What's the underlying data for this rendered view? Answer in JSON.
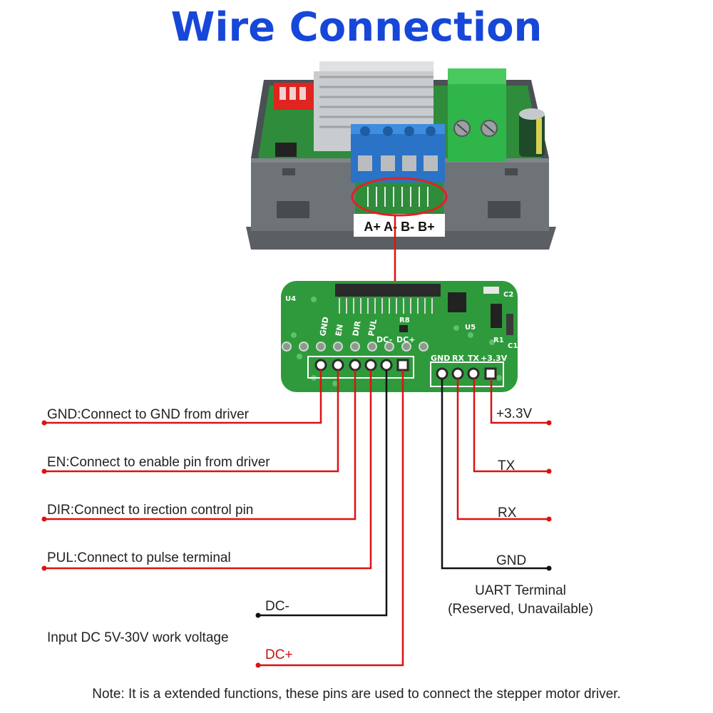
{
  "title": "Wire Connection",
  "motor_terminals": "A+ A- B- B+",
  "board_pin_labels": {
    "gnd": "GND",
    "en": "EN",
    "dir": "DIR",
    "pul": "PUL",
    "dc_minus": "DC-",
    "dc_plus": "DC+",
    "uart_gnd": "GND",
    "uart_rx": "RX",
    "uart_tx": "TX",
    "uart_33v": "+3.3V",
    "chip_u4": "U4",
    "chip_u5": "U5",
    "r8": "R8",
    "c2": "C2",
    "r1": "R1",
    "c1": "C1"
  },
  "connections": {
    "gnd": "GND:Connect to GND from driver",
    "en": "EN:Connect to enable pin from driver",
    "dir": "DIR:Connect to irection control pin",
    "pul": "PUL:Connect to pulse terminal",
    "dc_minus": "DC-",
    "input_voltage": "Input DC 5V-30V work voltage",
    "dc_plus": "DC+"
  },
  "uart": {
    "v33": "+3.3V",
    "tx": "TX",
    "rx": "RX",
    "gnd": "GND",
    "title": "UART Terminal",
    "subtitle": "(Reserved, Unavailable)"
  },
  "note": "Note: It is a extended functions, these pins are used to connect the stepper motor driver.",
  "colors": {
    "title": "#1747d8",
    "wire_red": "#dd1111",
    "wire_black": "#111111",
    "pcb": "#2f9a3c"
  }
}
